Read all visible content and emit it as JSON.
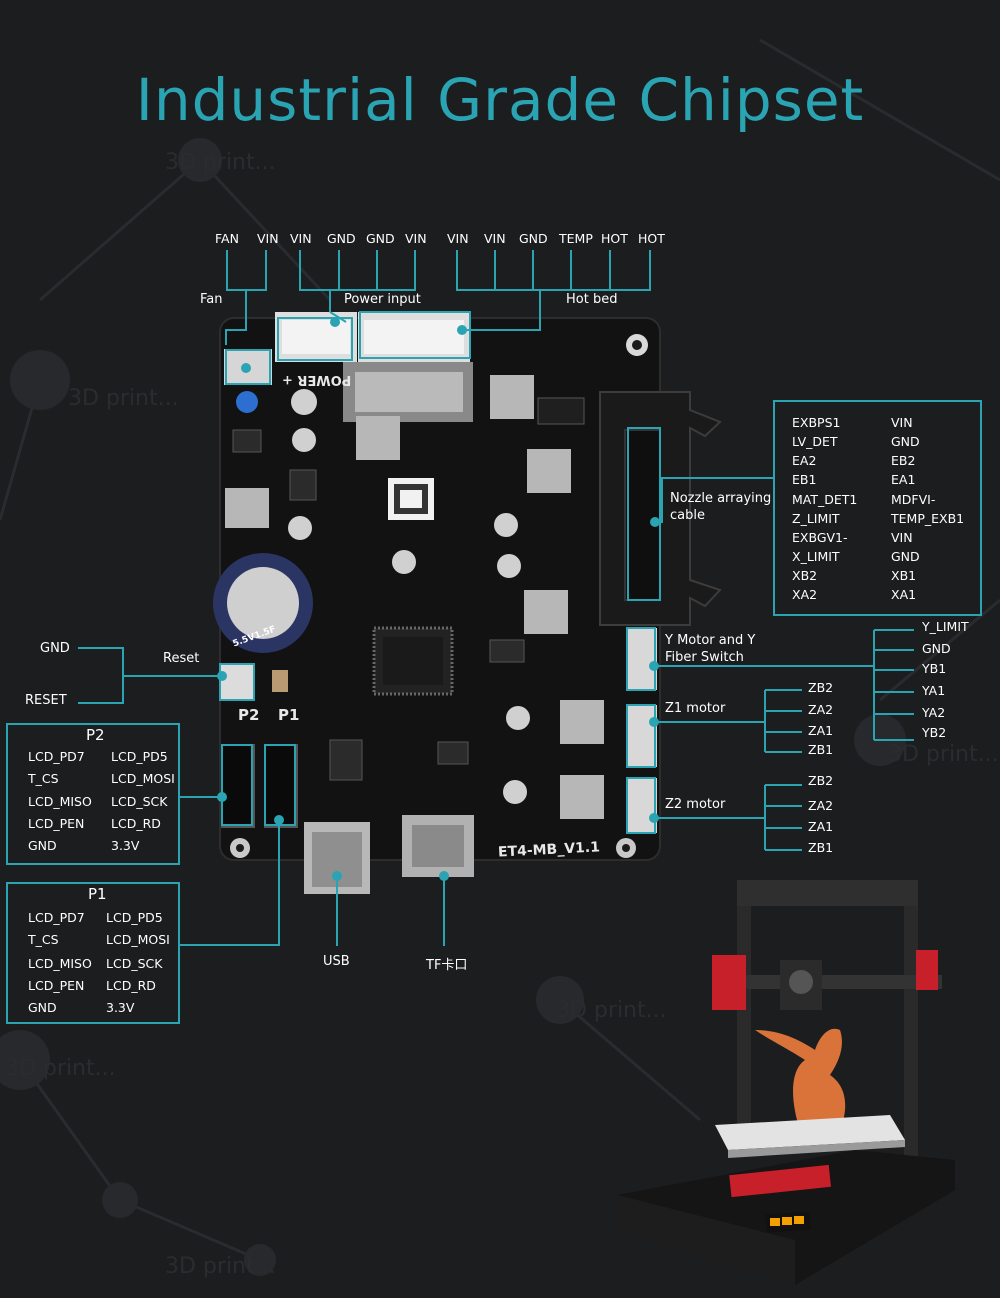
{
  "title": "Industrial Grade Chipset",
  "colors": {
    "accent": "#2aa3b3",
    "background": "#1c1d1f",
    "board": "#141414",
    "printer_red": "#c8202a",
    "model_orange": "#d9733a"
  },
  "watermark": "3D print...",
  "top_pins": [
    "FAN",
    "VIN",
    "VIN",
    "GND",
    "GND",
    "VIN",
    "VIN",
    "VIN",
    "GND",
    "TEMP",
    "HOT",
    "HOT"
  ],
  "top_groups": {
    "fan": "Fan",
    "power": "Power input",
    "hotbed": "Hot bed"
  },
  "reset": {
    "gnd": "GND",
    "reset": "RESET",
    "label": "Reset"
  },
  "p2": {
    "title": "P2",
    "rows": [
      [
        "LCD_PD7",
        "LCD_PD5"
      ],
      [
        "T_CS",
        "LCD_MOSI"
      ],
      [
        "LCD_MISO",
        "LCD_SCK"
      ],
      [
        "LCD_PEN",
        "LCD_RD"
      ],
      [
        "GND",
        "3.3V"
      ]
    ]
  },
  "p1": {
    "title": "P1",
    "rows": [
      [
        "LCD_PD7",
        "LCD_PD5"
      ],
      [
        "T_CS",
        "LCD_MOSI"
      ],
      [
        "LCD_MISO",
        "LCD_SCK"
      ],
      [
        "LCD_PEN",
        "LCD_RD"
      ],
      [
        "GND",
        "3.3V"
      ]
    ]
  },
  "bottom": {
    "usb": "USB",
    "tf": "TF卡口"
  },
  "nozzle": {
    "label_line1": "Nozzle arraying",
    "label_line2": "cable",
    "left": [
      "EXBPS1",
      "LV_DET",
      "EA2",
      "EB1",
      "MAT_DET1",
      "Z_LIMIT",
      "EXBGV1-",
      "X_LIMIT",
      "XB2",
      "XA2"
    ],
    "right": [
      "VIN",
      "GND",
      "EB2",
      "EA1",
      "MDFVI-",
      "TEMP_EXB1",
      "VIN",
      "GND",
      "XB1",
      "XA1"
    ]
  },
  "ymotor": {
    "label_line1": "Y Motor and Y",
    "label_line2": "Fiber Switch",
    "pins": [
      "Y_LIMIT",
      "GND",
      "YB1",
      "YA1",
      "YA2",
      "YB2"
    ]
  },
  "z1": {
    "label": "Z1 motor",
    "pins": [
      "ZB2",
      "ZA2",
      "ZA1",
      "ZB1"
    ]
  },
  "z2": {
    "label": "Z2 motor",
    "pins": [
      "ZB2",
      "ZA2",
      "ZA1",
      "ZB1"
    ]
  },
  "board": {
    "power_mark": "POWER +",
    "p2_mark": "P2",
    "p1_mark": "P1",
    "model": "ET4-MB_V1.1",
    "cap": "5.5V1.5F"
  }
}
